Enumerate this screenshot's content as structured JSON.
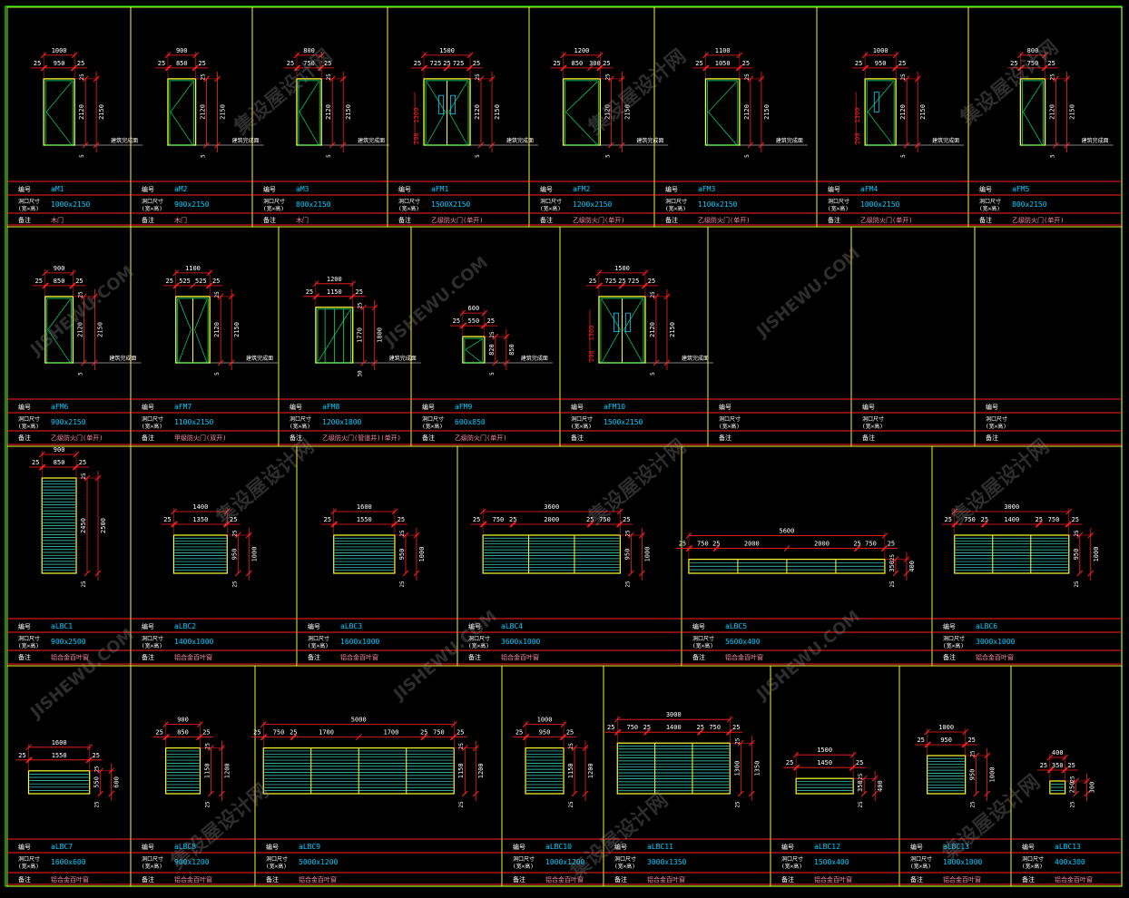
{
  "labels": {
    "code": "编号",
    "size": "洞口尺寸",
    "size2": "(宽×高)",
    "note": "备注"
  },
  "colors": {
    "background": "#000000",
    "frame": "#00ff00",
    "cell_border": "#ffff33",
    "table_line": "#ff2020",
    "dimension": "#ff2020",
    "dim_text": "#ffffff",
    "code_text": "#00ccff",
    "door": "#ffff33",
    "door_inner": "#00ff88",
    "louver": "#44ddcc",
    "louver_frame": "#ffff33",
    "label_text": "#ff88aa"
  },
  "watermarks": [
    "集设屋设计网",
    "JISHEWU.COM"
  ],
  "rows": [
    {
      "kind": "door",
      "cells": [
        {
          "code": "aM1",
          "size": "1000x2150",
          "note": "木门",
          "widths": [
            "1000",
            "25",
            "950",
            "25"
          ],
          "heights": [
            "2120",
            "2150",
            "25",
            "5"
          ],
          "floor": "建筑完成面",
          "style": "swing"
        },
        {
          "code": "aM2",
          "size": "900x2150",
          "note": "木门",
          "widths": [
            "900",
            "25",
            "850",
            "25"
          ],
          "heights": [
            "2120",
            "2150",
            "25",
            "5"
          ],
          "floor": "建筑完成面",
          "style": "swing"
        },
        {
          "code": "aM3",
          "size": "800x2150",
          "note": "木门",
          "widths": [
            "800",
            "25",
            "750",
            "25"
          ],
          "heights": [
            "2120",
            "2150",
            "25",
            "5"
          ],
          "floor": "建筑完成面",
          "style": "swing"
        },
        {
          "code": "aFM1",
          "size": "1500X2150",
          "note": "乙级防火门(单开)",
          "widths": [
            "1500",
            "25",
            "725",
            "25",
            "725",
            "25"
          ],
          "heights": [
            "2120",
            "2150",
            "25",
            "5"
          ],
          "floor": "建筑完成面",
          "style": "double-glass",
          "extra": [
            "200",
            "1300"
          ]
        },
        {
          "code": "aFM2",
          "size": "1200x2150",
          "note": "乙级防火门(单开)",
          "widths": [
            "1200",
            "25",
            "850",
            "300",
            "25"
          ],
          "heights": [
            "2120",
            "2150",
            "25",
            "5"
          ],
          "floor": "建筑完成面",
          "style": "swing"
        },
        {
          "code": "aFM3",
          "size": "1100x2150",
          "note": "乙级防火门(单开)",
          "widths": [
            "1100",
            "25",
            "1050",
            "25"
          ],
          "heights": [
            "2120",
            "2150",
            "25",
            "5"
          ],
          "floor": "建筑完成面",
          "style": "swing"
        },
        {
          "code": "aFM4",
          "size": "1000x2150",
          "note": "乙级防火门(单开)",
          "widths": [
            "1000",
            "25",
            "950",
            "25"
          ],
          "heights": [
            "2120",
            "2150",
            "25",
            "5"
          ],
          "floor": "建筑完成面",
          "style": "swing-glass",
          "extra": [
            "200",
            "1300"
          ]
        },
        {
          "code": "aFM5",
          "size": "800x2150",
          "note": "乙级防火门(单开)",
          "widths": [
            "800",
            "25",
            "750",
            "25"
          ],
          "heights": [
            "2120",
            "2150",
            "25",
            "5"
          ],
          "floor": "建筑完成面",
          "style": "swing"
        }
      ]
    },
    {
      "kind": "door",
      "cells": [
        {
          "code": "aFM6",
          "size": "900x2150",
          "note": "乙级防火门(单开)",
          "widths": [
            "900",
            "25",
            "850",
            "25"
          ],
          "heights": [
            "2120",
            "2150",
            "25",
            "5"
          ],
          "floor": "建筑完成面",
          "style": "swing"
        },
        {
          "code": "aFM7",
          "size": "1100x2150",
          "note": "甲级防火门(双开)",
          "widths": [
            "1100",
            "25",
            "525",
            "525",
            "25"
          ],
          "heights": [
            "2120",
            "2150",
            "25",
            "5"
          ],
          "floor": "建筑完成面",
          "style": "double"
        },
        {
          "code": "aFM8",
          "size": "1200x1800",
          "note": "乙级防火门(管道井)(单开)",
          "widths": [
            "1200",
            "25",
            "1150",
            "25"
          ],
          "heights": [
            "1770",
            "1800",
            "25",
            "30"
          ],
          "floor": "建筑完成面",
          "style": "shaft"
        },
        {
          "code": "aFM9",
          "size": "600x850",
          "note": "乙级防火门(单开)",
          "widths": [
            "600",
            "25",
            "550",
            "25"
          ],
          "heights": [
            "820",
            "850",
            "25",
            "5"
          ],
          "floor": "建筑完成面",
          "style": "small"
        },
        {
          "code": "aFM10",
          "size": "1500x2150",
          "note": "",
          "widths": [
            "1500",
            "25",
            "725",
            "25",
            "725",
            "25"
          ],
          "heights": [
            "2120",
            "2150",
            "25",
            "5"
          ],
          "floor": "建筑完成面",
          "style": "double-glass",
          "extra": [
            "200",
            "1300"
          ]
        },
        {
          "code": "",
          "size": "",
          "note": "",
          "empty": true
        },
        {
          "code": "",
          "size": "",
          "note": "",
          "empty": true
        },
        {
          "code": "",
          "size": "",
          "note": "",
          "empty": true
        }
      ]
    },
    {
      "kind": "louver",
      "cells": [
        {
          "code": "aLBC1",
          "size": "900x2500",
          "note": "铝合金百叶窗",
          "widths": [
            "900",
            "25",
            "850",
            "25"
          ],
          "heights": [
            "2450",
            "2500",
            "25",
            "25"
          ],
          "panels": 1
        },
        {
          "code": "aLBC2",
          "size": "1400x1000",
          "note": "铝合金百叶窗",
          "widths": [
            "1400",
            "25",
            "1350",
            "25"
          ],
          "heights": [
            "950",
            "1000",
            "25",
            "25"
          ],
          "panels": 1
        },
        {
          "code": "aLBC3",
          "size": "1600x1000",
          "note": "铝合金百叶窗",
          "widths": [
            "1600",
            "25",
            "1550",
            "25"
          ],
          "heights": [
            "950",
            "1000",
            "25",
            "25"
          ],
          "panels": 1
        },
        {
          "code": "aLBC4",
          "size": "3600x1000",
          "note": "铝合金百叶窗",
          "widths": [
            "3600",
            "25",
            "750",
            "25",
            "2000",
            "25",
            "750",
            "25"
          ],
          "heights": [
            "950",
            "1000",
            "25",
            "25"
          ],
          "panels": 3
        },
        {
          "code": "aLBC5",
          "size": "5600x400",
          "note": "铝合金百叶窗",
          "widths": [
            "5600",
            "25",
            "750",
            "25",
            "2000",
            "2000",
            "25",
            "750",
            "25"
          ],
          "heights": [
            "350",
            "400",
            "25",
            "25"
          ],
          "panels": 4
        },
        {
          "code": "aLBC6",
          "size": "3000x1000",
          "note": "铝合金百叶窗",
          "widths": [
            "3000",
            "25",
            "750",
            "25",
            "1400",
            "25",
            "750",
            "25"
          ],
          "heights": [
            "950",
            "1000",
            "25",
            "25"
          ],
          "panels": 3
        }
      ]
    },
    {
      "kind": "louver",
      "cells": [
        {
          "code": "aLBC7",
          "size": "1600x600",
          "note": "铝合金百叶窗",
          "widths": [
            "1600",
            "25",
            "1550",
            "25"
          ],
          "heights": [
            "550",
            "600",
            "25",
            "25"
          ],
          "panels": 1
        },
        {
          "code": "aLBC8",
          "size": "900x1200",
          "note": "铝合金百叶窗",
          "widths": [
            "900",
            "25",
            "850",
            "25"
          ],
          "heights": [
            "1150",
            "1200",
            "25",
            "25"
          ],
          "panels": 1
        },
        {
          "code": "aLBC9",
          "size": "5000x1200",
          "note": "铝合金百叶窗",
          "widths": [
            "5000",
            "25",
            "750",
            "25",
            "1700",
            "1700",
            "25",
            "750",
            "25"
          ],
          "heights": [
            "1150",
            "1200",
            "25",
            "25"
          ],
          "panels": 4
        },
        {
          "code": "aLBC10",
          "size": "1000x1200",
          "note": "铝合金百叶窗",
          "widths": [
            "1000",
            "25",
            "950",
            "25"
          ],
          "heights": [
            "1150",
            "1200",
            "25",
            "25"
          ],
          "panels": 1
        },
        {
          "code": "aLBC11",
          "size": "3000x1350",
          "note": "铝合金百叶窗",
          "widths": [
            "3000",
            "25",
            "750",
            "25",
            "1400",
            "25",
            "750",
            "25"
          ],
          "heights": [
            "1300",
            "1350",
            "25",
            "25"
          ],
          "panels": 3
        },
        {
          "code": "aLBC12",
          "size": "1500x400",
          "note": "铝合金百叶窗",
          "widths": [
            "1500",
            "25",
            "1450",
            "25"
          ],
          "heights": [
            "350",
            "400",
            "25",
            "25"
          ],
          "panels": 1
        },
        {
          "code": "aLBC13",
          "size": "1000x1000",
          "note": "铝合金百叶窗",
          "widths": [
            "1000",
            "25",
            "950",
            "25"
          ],
          "heights": [
            "950",
            "1000",
            "25",
            "25"
          ],
          "panels": 1
        },
        {
          "code": "aLBC13",
          "size": "400x300",
          "note": "铝合金百叶窗",
          "widths": [
            "400",
            "25",
            "350",
            "25"
          ],
          "heights": [
            "250",
            "300",
            "25",
            "25"
          ],
          "panels": 1
        }
      ]
    }
  ]
}
